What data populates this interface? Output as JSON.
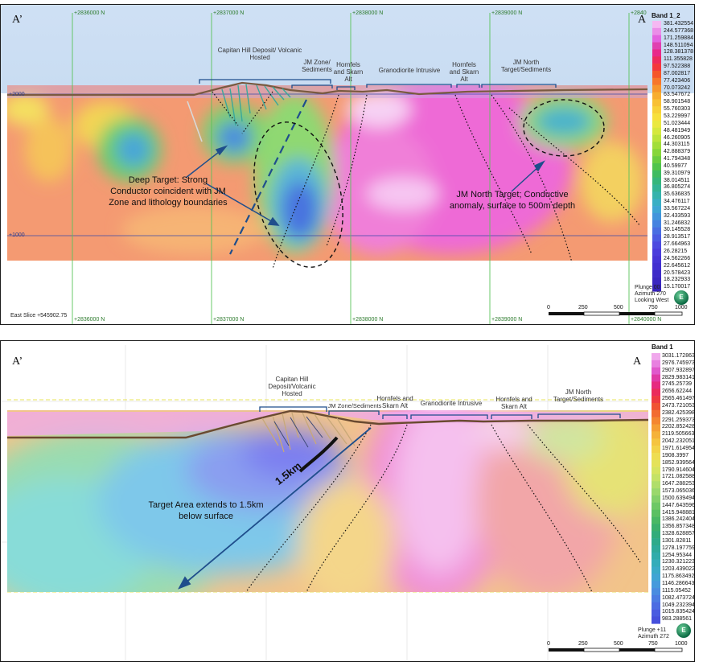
{
  "panel1": {
    "label_left": "A’",
    "label_right": "A",
    "grid_top": [
      "+2836000 N",
      "+2837000 N",
      "+2838000 N",
      "+2839000 N",
      "+2840"
    ],
    "grid_bottom": [
      "+2836000 N",
      "+2837000 N",
      "+2838000 N",
      "+2839000 N",
      "+2840000 N"
    ],
    "elev_labels": [
      "+2000",
      "+1000"
    ],
    "zones": {
      "capitan": "Capitan Hill Deposit/ Volcanic Hosted",
      "jm_zone": "JM Zone/ Sediments",
      "hornfels1": "Hornfels and Skarn Alt",
      "granodiorite": "Granodiorite Intrusive",
      "hornfels2": "Hornfels and Skarn Alt",
      "jm_north": "JM North Target/Sediments"
    },
    "callout_deep": "Deep Target: Strong Conductor coincident with JM Zone and lithology boundaries",
    "callout_north": "JM North Target; Conductive anomaly, surface to 500m depth",
    "slice_label": "East Slice +545902.75",
    "view": [
      "Plunge 00",
      "Azimuth 270",
      "Looking West"
    ],
    "compass_letter": "E",
    "scale_ticks": [
      "0",
      "250",
      "500",
      "750",
      "1000"
    ],
    "legend": {
      "title": "Band 1_2",
      "values": [
        "381.432554",
        "244.577368",
        "171.259884",
        "148.511094",
        "128.381378",
        "111.355828",
        "97.522388",
        "87.002817",
        "77.423406",
        "70.073242",
        "63.547672",
        "58.901548",
        "55.760303",
        "53.229997",
        "51.023444",
        "48.481949",
        "46.260905",
        "44.303115",
        "42.888379",
        "41.794348",
        "40.59977",
        "39.310979",
        "38.014511",
        "36.805274",
        "35.636835",
        "34.476117",
        "33.567224",
        "32.433593",
        "31.246832",
        "30.145528",
        "28.913517",
        "27.664963",
        "26.28215",
        "24.562266",
        "22.645612",
        "20.578423",
        "18.232933",
        "15.170017"
      ],
      "colors": [
        "#f5b8f2",
        "#eb8ee8",
        "#e363df",
        "#e040b0",
        "#e8288a",
        "#ee2a5c",
        "#f3383c",
        "#f5562a",
        "#f7762a",
        "#f7952c",
        "#f7ad30",
        "#f8c034",
        "#f8d138",
        "#f7e03c",
        "#eae840",
        "#d5e83e",
        "#bce43c",
        "#a2de3a",
        "#86d63a",
        "#6acd40",
        "#50c44c",
        "#3fbb62",
        "#36b67c",
        "#34b495",
        "#36b3ad",
        "#3aafc4",
        "#3ea6d4",
        "#4295dc",
        "#4682e0",
        "#4a6ee2",
        "#4c5ce2",
        "#4c4ae0",
        "#4a3cdc",
        "#4634d6",
        "#422fd0",
        "#3e2ac8",
        "#3a26c0",
        "#3622b8"
      ]
    }
  },
  "panel2": {
    "label_left": "A’",
    "label_right": "A",
    "zones": {
      "capitan": "Capitan Hill Deposit/Volcanic Hosted",
      "jm_zone": "JM Zone/Sediments",
      "hornfels1": "Hornfels and Skarn Alt",
      "granodiorite": "Granodiorite Intrusive",
      "hornfels2": "Hornfels and Skarn Alt",
      "jm_north": "JM North Target/Sediments"
    },
    "depth_label": "1.5km",
    "callout_target": "Target Area extends to 1.5km below surface",
    "view": [
      "Plunge +11",
      "Azimuth 272"
    ],
    "compass_letter": "E",
    "scale_ticks": [
      "0",
      "250",
      "500",
      "750",
      "1000"
    ],
    "legend": {
      "title": "Band 1",
      "values": [
        "3031.172863",
        "2976.745973",
        "2907.932897",
        "2829.983141",
        "2745.25739",
        "2656.62244",
        "2565.461497",
        "2473.721053",
        "2382.425398",
        "2291.259373",
        "2202.852428",
        "2119.505663",
        "2042.232051",
        "1971.614954",
        "1908.3997",
        "1852.939564",
        "1790.914604",
        "1721.082588",
        "1647.288253",
        "1573.065036",
        "1500.639494",
        "1447.643596",
        "1415.948881",
        "1386.242404",
        "1356.857348",
        "1328.628857",
        "1301.82811",
        "1278.197759",
        "1254.95344",
        "1230.321223",
        "1203.439022",
        "1175.863492",
        "1146.286643",
        "1115.05452",
        "1082.473724",
        "1049.232394",
        "1015.835424",
        "983.288561"
      ],
      "colors": [
        "#f0a8ec",
        "#e880e0",
        "#e058cc",
        "#e03aa6",
        "#e62a80",
        "#ea2c5c",
        "#ee3a40",
        "#f05232",
        "#f26c30",
        "#f48630",
        "#f59e34",
        "#f5b23a",
        "#f5c440",
        "#f3d248",
        "#eedd52",
        "#e4e25a",
        "#d6e460",
        "#c4e266",
        "#b0de6a",
        "#9ad86c",
        "#84d06a",
        "#6ec866",
        "#5ac062",
        "#48b864",
        "#3ab06c",
        "#32ac7a",
        "#2eaa8a",
        "#2eaa9a",
        "#30acaa",
        "#34acba",
        "#3aaac8",
        "#40a4d4",
        "#469adc",
        "#4a8ce0",
        "#4c7ce2",
        "#4c6ce2",
        "#4a5ce0",
        "#4650dc"
      ]
    }
  }
}
